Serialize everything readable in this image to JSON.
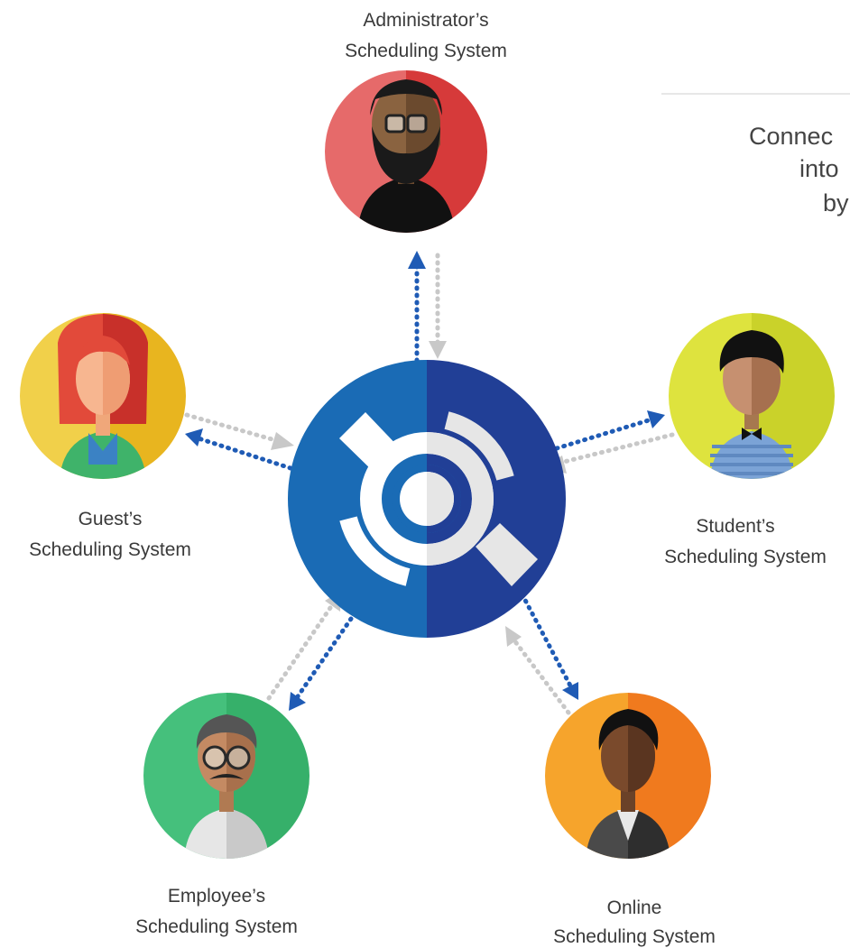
{
  "tagline": {
    "lines": [
      "Connec",
      "into",
      "by"
    ]
  },
  "hub": {
    "icon": "connector-logo-icon",
    "colors": {
      "left": "#1a6bb5",
      "right": "#213f96",
      "glyph": "#ffffff",
      "glyph_shade": "#e6e6e6"
    }
  },
  "nodes": {
    "administrator": {
      "line1": "Administrator’s",
      "line2": "Scheduling System",
      "icon": "bearded-man-glasses-avatar-icon",
      "bg": "#dc3d3d"
    },
    "guest": {
      "line1": "Guest’s",
      "line2": "Scheduling System",
      "icon": "red-haired-woman-avatar-icon",
      "bg": "#eec430"
    },
    "student": {
      "line1": "Student’s",
      "line2": "Scheduling System",
      "icon": "young-man-bowtie-avatar-icon",
      "bg": "#d2dc30"
    },
    "employee": {
      "line1": "Employee’s",
      "line2": "Scheduling System",
      "icon": "mustache-man-glasses-avatar-icon",
      "bg": "#3dbb72"
    },
    "online": {
      "line1": "Online",
      "line2": "Scheduling System",
      "icon": "woman-suit-avatar-icon",
      "bg": "#f48a22"
    }
  },
  "arrows": {
    "outbound_color": "#1f5bb5",
    "inbound_color": "#c8c8c8"
  }
}
